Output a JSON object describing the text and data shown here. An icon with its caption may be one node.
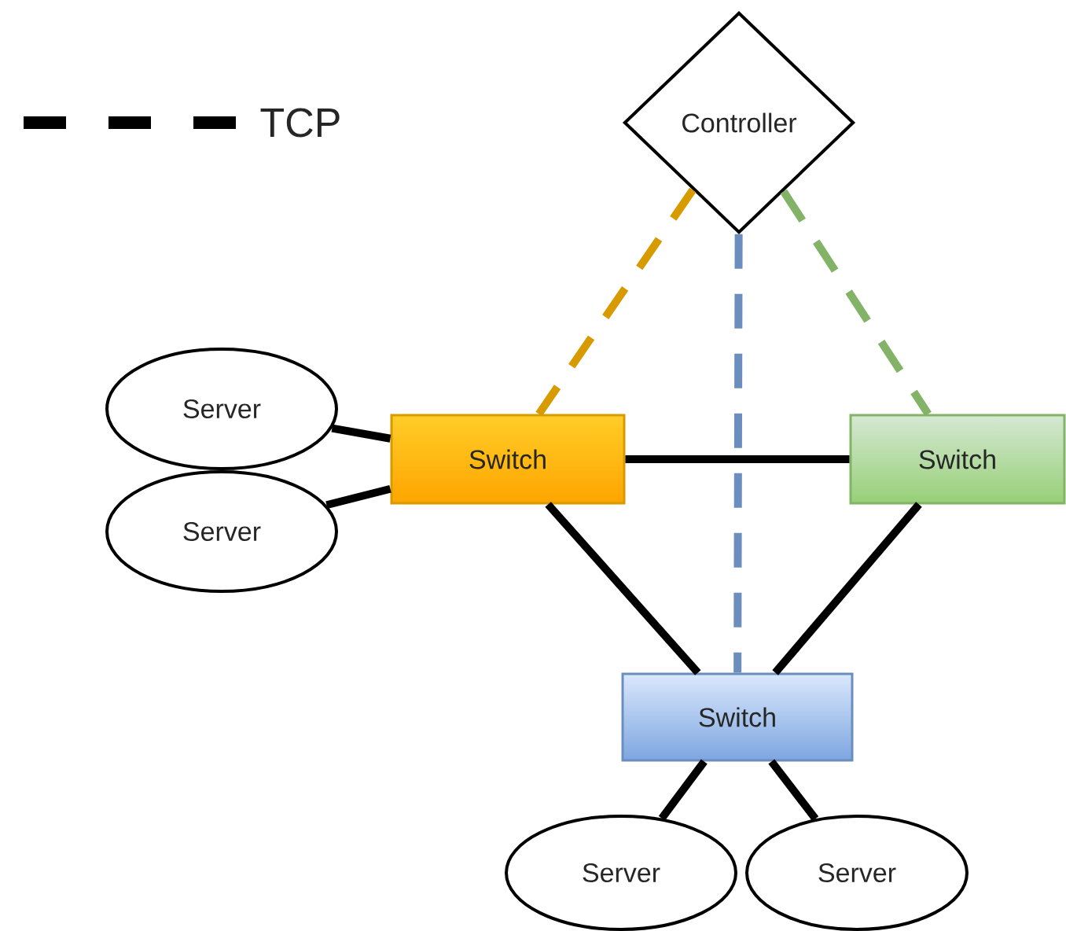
{
  "diagram": {
    "nodes": [
      {
        "text": [
          "Controller"
        ]
      },
      {
        "text": [
          "Server"
        ]
      },
      {
        "text": [
          "Switch"
        ]
      },
      {
        "text": [
          "Switch"
        ]
      },
      {
        "text": [
          "Server"
        ]
      },
      {
        "text": [
          "Switch"
        ]
      },
      {
        "text": [
          "Server"
        ]
      },
      {
        "text": [
          "Server"
        ]
      }
    ],
    "edges": [
      {
        "from": 0,
        "to": 2,
        "arrow": "none",
        "style": "dashed",
        "color": "#d79b00"
      },
      {
        "from": 0,
        "to": 5,
        "arrow": "none",
        "style": "dashed",
        "color": "#6c8ebf"
      },
      {
        "from": 0,
        "to": 3,
        "arrow": "none",
        "style": "dashed",
        "color": "#82b366"
      },
      {
        "from": 1,
        "to": 2,
        "arrow": "none"
      },
      {
        "from": 4,
        "to": 2,
        "arrow": "none"
      },
      {
        "from": 2,
        "to": 3,
        "arrow": "none"
      },
      {
        "from": 2,
        "to": 5,
        "arrow": "none"
      },
      {
        "from": 3,
        "to": 5,
        "arrow": "none"
      },
      {
        "from": 5,
        "to": 6,
        "arrow": "none"
      },
      {
        "from": 5,
        "to": 7,
        "arrow": "none"
      }
    ],
    "legend": [
      {
        "text": "TCP"
      }
    ]
  }
}
